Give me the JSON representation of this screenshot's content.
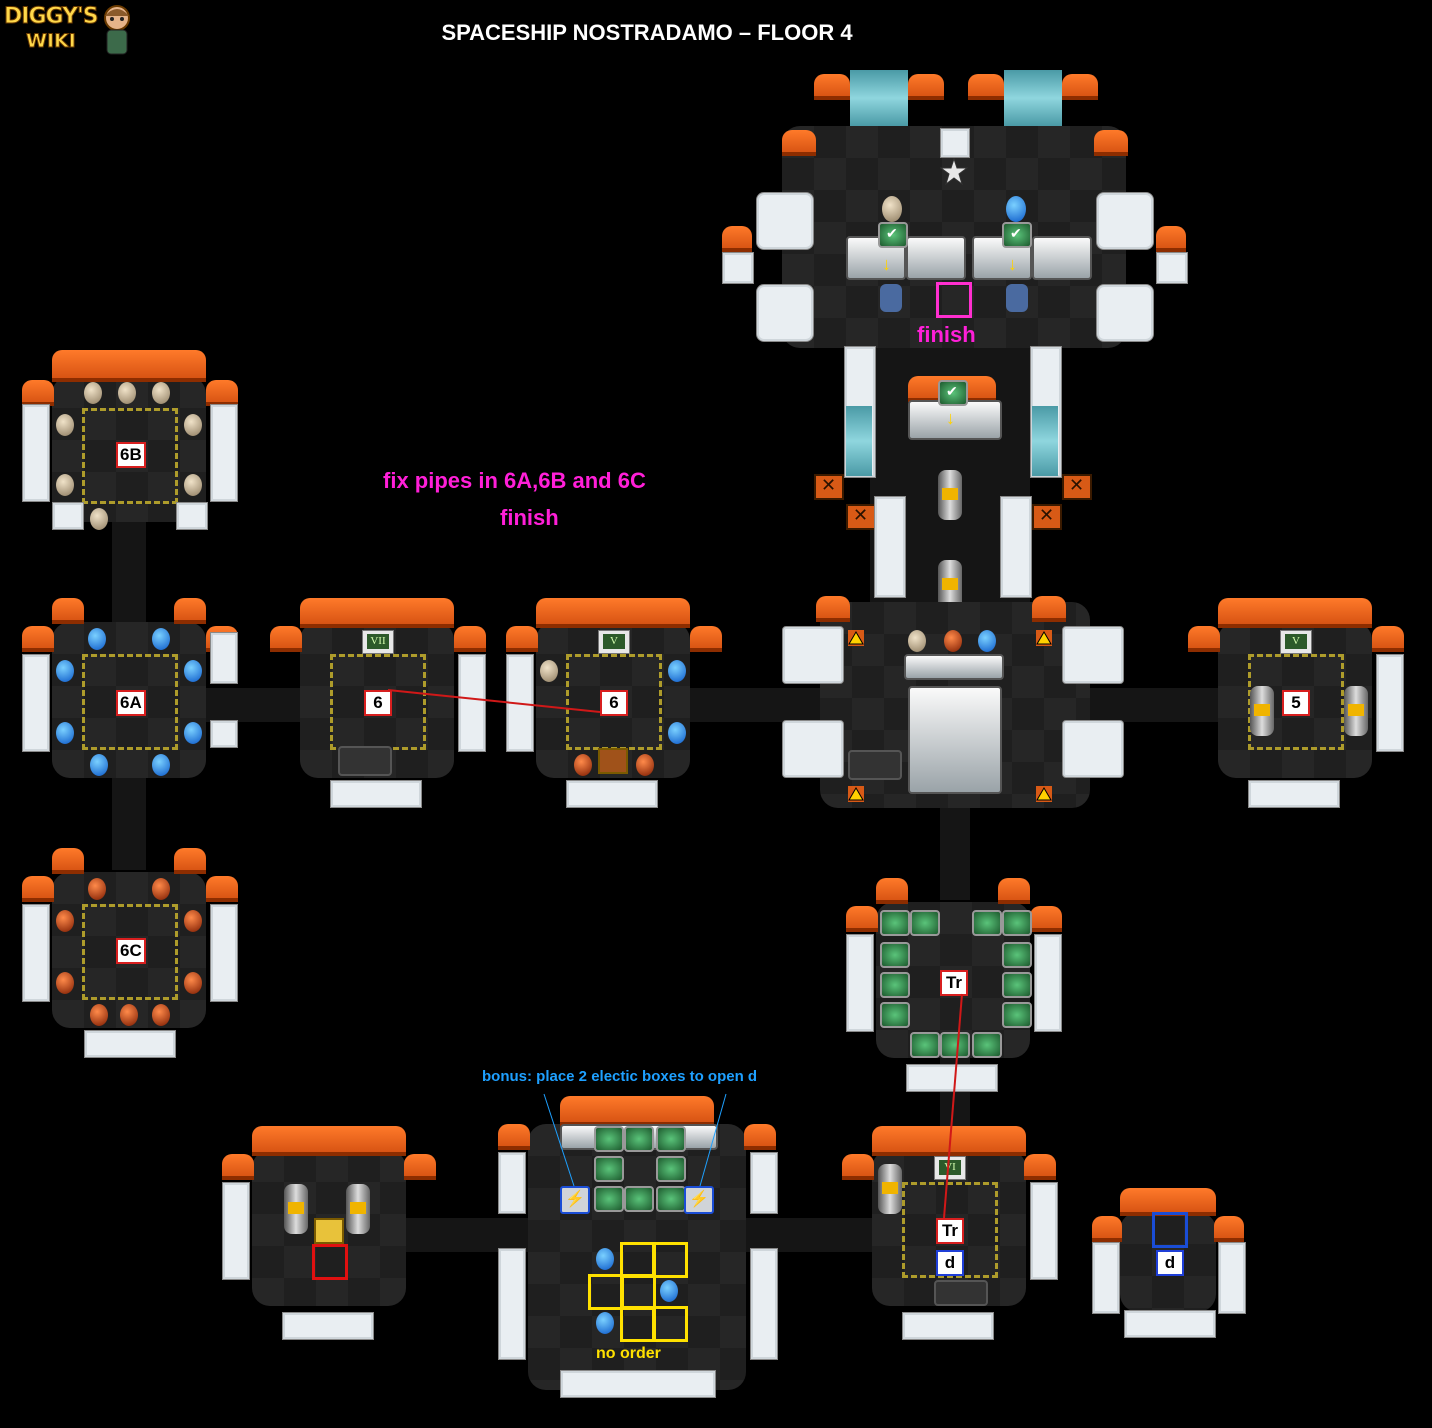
{
  "page_title": "SPACESHIP NOSTRADAMO – FLOOR 4",
  "logo": {
    "line1": "DIGGY'S",
    "line2": "WIKI"
  },
  "annotations": {
    "finish_top": "finish",
    "fix_pipes": "fix pipes in 6A,6B and 6C",
    "finish_mid": "finish",
    "bonus": "bonus: place 2 electic boxes to open d",
    "no_order": "no order"
  },
  "room_labels": {
    "r6b": "6B",
    "r6a": "6A",
    "r6c": "6C",
    "r6_left": "6",
    "r6_right": "6",
    "r5": "5",
    "tr_upper": "Tr",
    "tr_lower": "Tr",
    "d_lower": "d",
    "d_right": "d"
  },
  "roman_signs": {
    "vii": "VII",
    "v_left": "V",
    "v_right": "V",
    "vi": "VI"
  },
  "colors": {
    "background": "#000000",
    "label_border_red": "#d81f1f",
    "label_border_blue": "#1f3fd8",
    "annotation_magenta": "#ff1fd8",
    "annotation_blue": "#1ea0ff",
    "annotation_yellow": "#ffe100",
    "link_line": "#d01818",
    "roof_orange": "#ff7a2a"
  },
  "icons": [
    "check-icon",
    "bolt-icon",
    "warning-icon",
    "crate-icon",
    "arrow-down-icon",
    "star-icon"
  ]
}
